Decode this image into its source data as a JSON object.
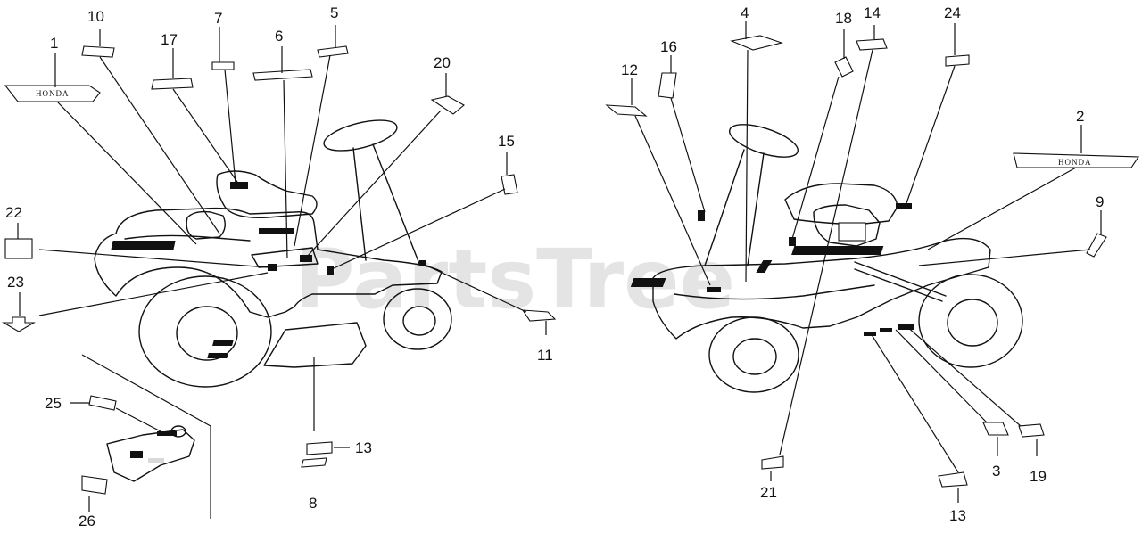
{
  "watermark": "PartsTree",
  "brand_left": "HONDA",
  "brand_right": "HONDA",
  "callouts": [
    "1",
    "2",
    "3",
    "4",
    "5",
    "6",
    "7",
    "8",
    "9",
    "10",
    "11",
    "12",
    "13",
    "13",
    "14",
    "15",
    "16",
    "17",
    "18",
    "19",
    "20",
    "21",
    "22",
    "23",
    "24",
    "25",
    "26"
  ],
  "colors": {
    "line": "#111111",
    "watermark": "#cfcfcf",
    "background": "#ffffff"
  }
}
